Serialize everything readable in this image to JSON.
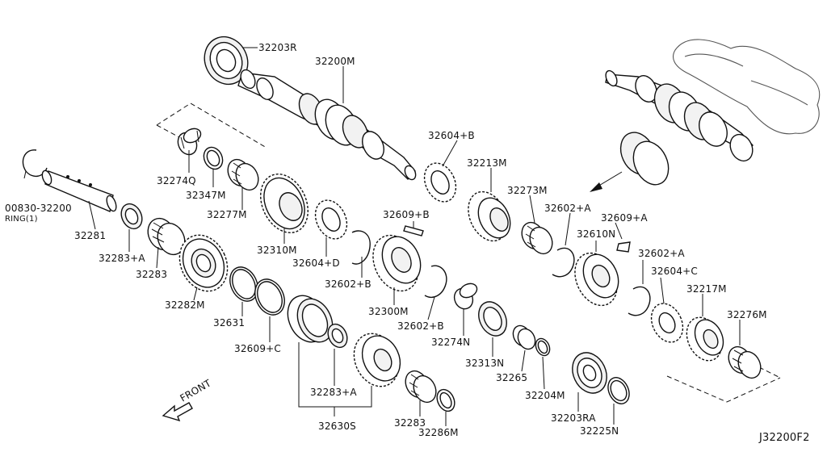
{
  "diagram_code": "J32200F2",
  "front_label": "FRONT",
  "labels": {
    "p32203R": "32203R",
    "p32200M": "32200M",
    "p32604B": "32604+B",
    "p32213M": "32213M",
    "p32274Q": "32274Q",
    "p32347M": "32347M",
    "p32277M": "32277M",
    "p00830": "00830-32200",
    "ring": "RING(1)",
    "p32281": "32281",
    "p32283A_top": "32283+A",
    "p32283_top": "32283",
    "p32282M": "32282M",
    "p32310M": "32310M",
    "p32604D": "32604+D",
    "p32609B": "32609+B",
    "p32602B_top": "32602+B",
    "p32300M": "32300M",
    "p32602B_mid": "32602+B",
    "p32631": "32631",
    "p32609C": "32609+C",
    "p32283A_bot": "32283+A",
    "p32630S": "32630S",
    "p32283_bot": "32283",
    "p32286M": "32286M",
    "p32274N": "32274N",
    "p32313N": "32313N",
    "p32265": "32265",
    "p32204M": "32204M",
    "p32203RA": "32203RA",
    "p32225N": "32225N",
    "p32273M": "32273M",
    "p32602A_top": "32602+A",
    "p32609A": "32609+A",
    "p32610N": "32610N",
    "p32602A_mid": "32602+A",
    "p32604C": "32604+C",
    "p32217M": "32217M",
    "p32276M": "32276M"
  }
}
